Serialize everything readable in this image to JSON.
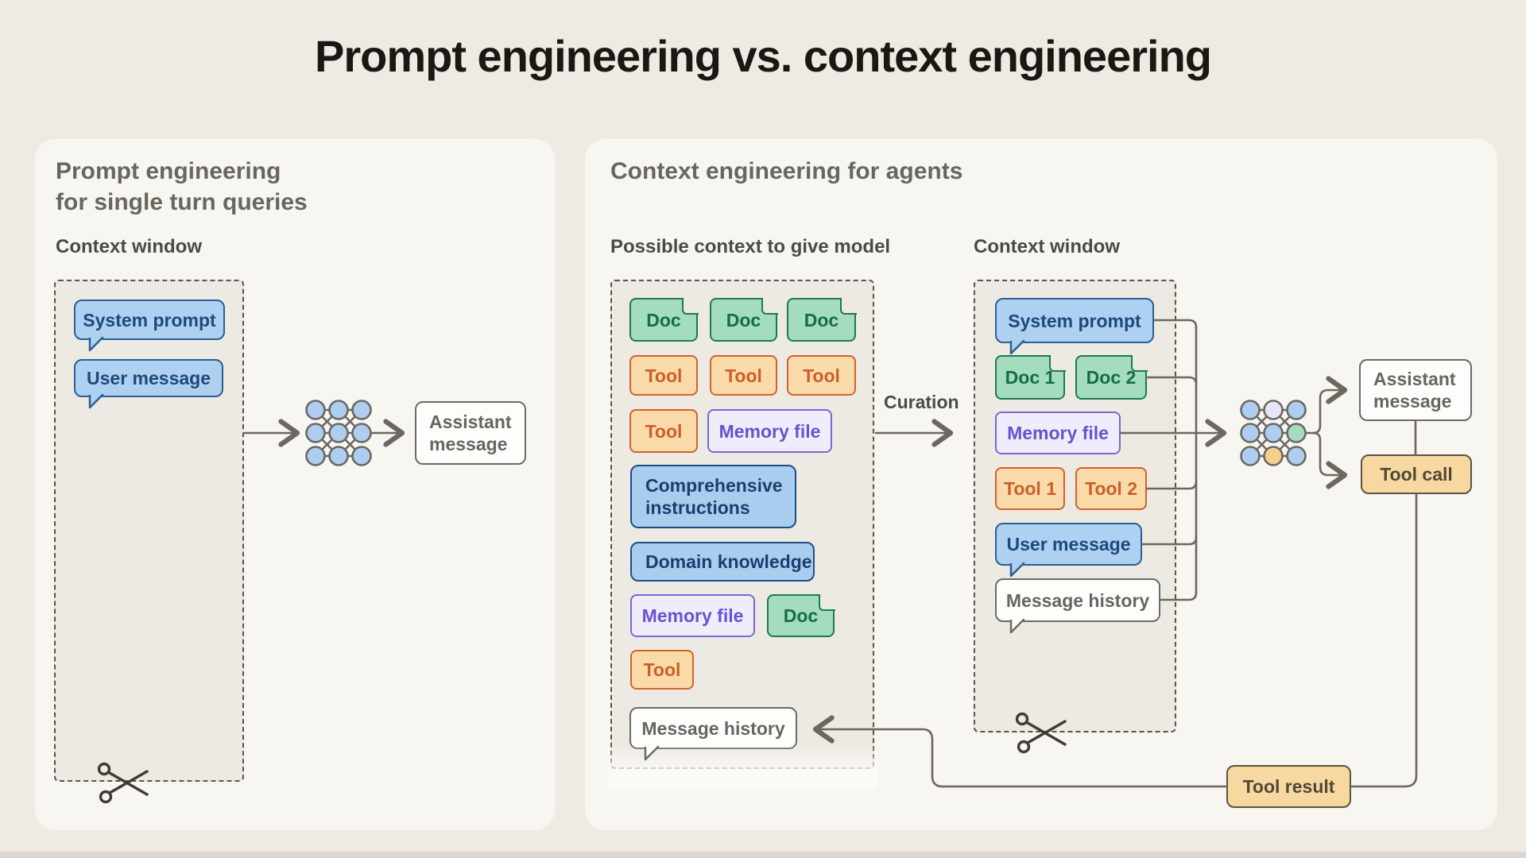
{
  "title": "Prompt engineering vs. context engineering",
  "left_panel": {
    "heading_line1": "Prompt engineering",
    "heading_line2": "for single turn queries",
    "context_window_label": "Context window",
    "system_prompt": "System prompt",
    "user_message": "User message",
    "assistant_message": "Assistant message"
  },
  "right_panel": {
    "heading": "Context engineering for agents",
    "possible_context_label": "Possible context to give model",
    "context_window_label": "Context window",
    "curation_label": "Curation",
    "possible_context": {
      "doc": "Doc",
      "tool": "Tool",
      "memory_file": "Memory file",
      "comprehensive_instructions": "Comprehensive instructions",
      "domain_knowledge": "Domain knowledge",
      "message_history": "Message history"
    },
    "context_window": {
      "system_prompt": "System prompt",
      "doc1": "Doc 1",
      "doc2": "Doc 2",
      "memory_file": "Memory file",
      "tool1": "Tool 1",
      "tool2": "Tool 2",
      "user_message": "User message",
      "message_history": "Message history"
    },
    "outputs": {
      "assistant_message": "Assistant message",
      "tool_call": "Tool call",
      "tool_result": "Tool result"
    }
  },
  "palette": {
    "page_bg": "#efebe4",
    "panel_bg": "#f8f6f1",
    "container_bg": "#edeae3",
    "bubble_blue_fill": "#aed0f1",
    "bubble_blue_border": "#2d5f92",
    "doc_green_fill": "#a3dcbf",
    "doc_green_border": "#1e7a4e",
    "tool_orange_fill": "#fbdaa9",
    "tool_orange_border": "#d2622e",
    "memory_purple_fill": "#efedfc",
    "memory_purple_border": "#7a66d6",
    "tan_fill": "#f7d8a0",
    "line_gray": "#6b6862"
  }
}
